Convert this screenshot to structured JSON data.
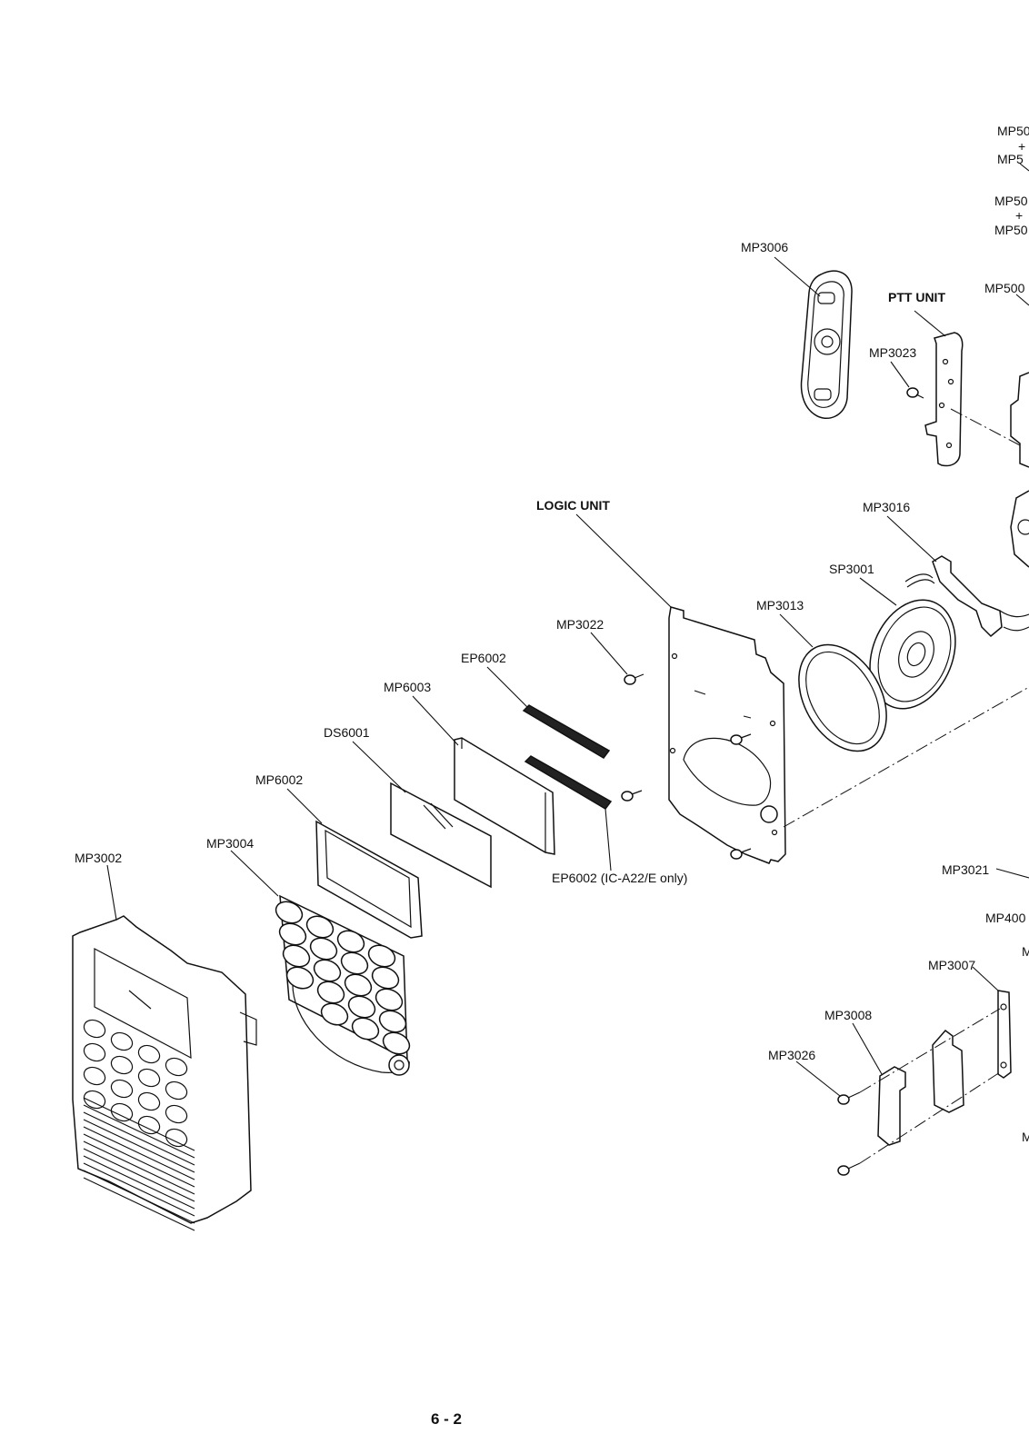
{
  "labels": {
    "mp3006": "MP3006",
    "ptt_unit": "PTT UNIT",
    "mp3023": "MP3023",
    "logic_unit": "LOGIC UNIT",
    "mp3016": "MP3016",
    "sp3001": "SP3001",
    "mp3013": "MP3013",
    "mp3022": "MP3022",
    "ep6002": "EP6002",
    "mp6003": "MP6003",
    "ds6001": "DS6001",
    "mp6002": "MP6002",
    "mp3004": "MP3004",
    "mp3002": "MP3002",
    "ep6002_note": "EP6002 (IC-A22/E only)",
    "mp3021": "MP3021",
    "mp400": "MP400",
    "mp3007": "MP3007",
    "mp3008": "MP3008",
    "mp3026": "MP3026",
    "mp500_a": "MP50",
    "mp500_b": "MP5",
    "mp500_c": "MP50",
    "mp500_d": "MP50",
    "mp500_e": "MP500",
    "plus_1": "+",
    "plus_2": "+",
    "m_1": "M",
    "m_2": "M"
  },
  "page_number": "6 - 2"
}
